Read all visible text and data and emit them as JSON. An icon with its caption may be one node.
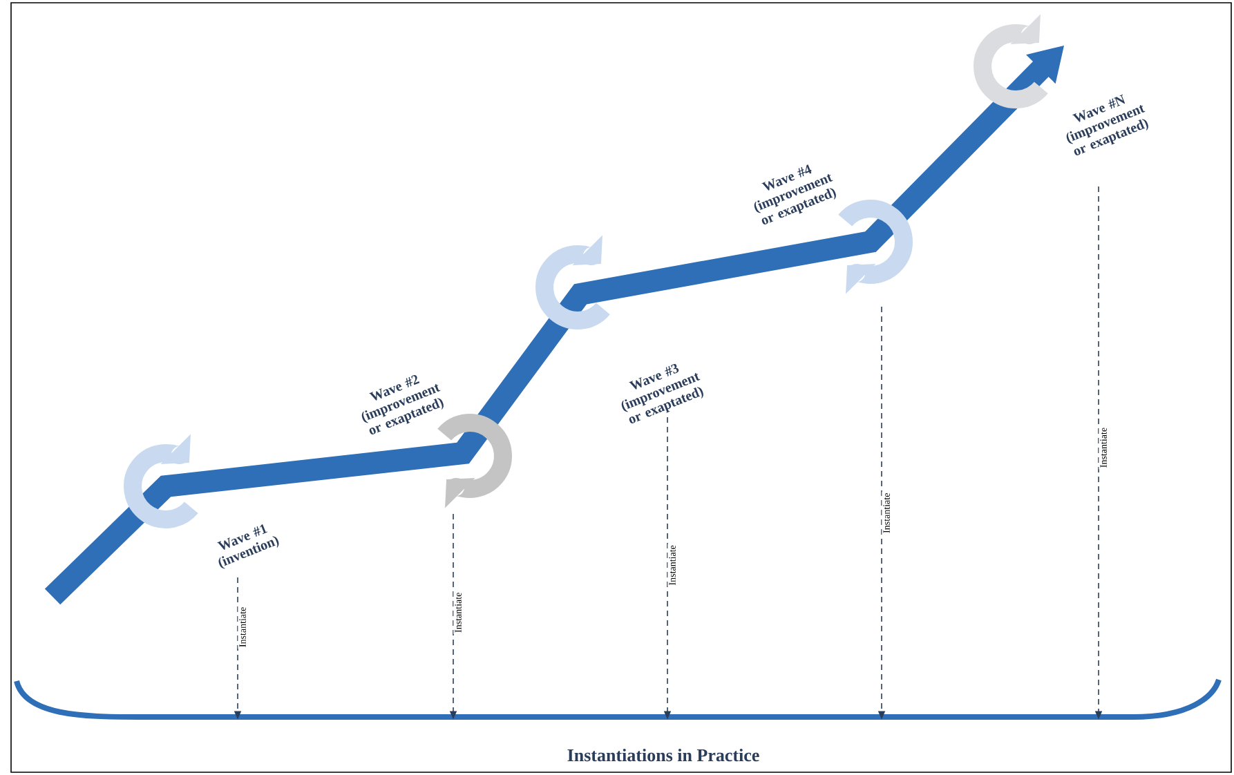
{
  "diagram": {
    "nodes": [
      {
        "text": [
          "Wave #1 (invention)"
        ]
      },
      {
        "text": [
          "Wave #2 (improvement or exaptated)"
        ]
      },
      {
        "text": [
          "Wave #3 (improvement or exaptated)"
        ]
      },
      {
        "text": [
          "Wave #4 (improvement or exaptated)"
        ]
      },
      {
        "text": [
          "Wave #N (improvement or exaptated)"
        ]
      },
      {
        "text": [
          "Instantiations in Practice"
        ]
      }
    ],
    "edges": [
      {
        "from": 0,
        "to": 5,
        "arrow": "to",
        "style": "dashed",
        "label": "Instantiate"
      },
      {
        "from": 1,
        "to": 5,
        "arrow": "to",
        "style": "dashed",
        "label": "Instantiate"
      },
      {
        "from": 2,
        "to": 5,
        "arrow": "to",
        "style": "dashed",
        "label": "Instantiate"
      },
      {
        "from": 3,
        "to": 5,
        "arrow": "to",
        "style": "dashed",
        "label": "Instantiate"
      },
      {
        "from": 4,
        "to": 5,
        "arrow": "to",
        "style": "dashed",
        "label": "Instantiate"
      }
    ]
  }
}
